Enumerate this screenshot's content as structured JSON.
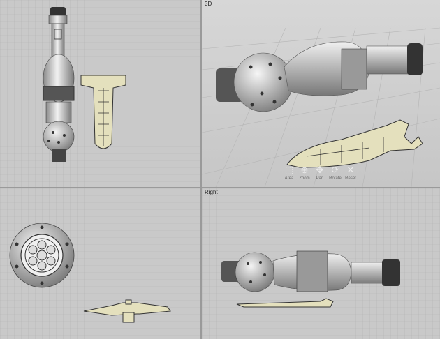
{
  "viewports": {
    "top_left": {
      "label": ""
    },
    "top_right": {
      "label": "3D"
    },
    "bottom_left": {
      "label": ""
    },
    "bottom_right": {
      "label": "Right"
    }
  },
  "navigation": {
    "area": {
      "label": "Area",
      "icon": "area-zoom-icon"
    },
    "zoom": {
      "label": "Zoom",
      "icon": "zoom-icon"
    },
    "pan": {
      "label": "Pan",
      "icon": "pan-icon"
    },
    "rotate": {
      "label": "Rotate",
      "icon": "rotate-icon"
    },
    "reset": {
      "label": "Reset",
      "icon": "reset-icon"
    }
  },
  "colors": {
    "viewport_bg": "#c9c9c9",
    "grid_line": "#b3b3b3",
    "hull_metal": "#c8c8c8",
    "wing_panel": "#e4e0bd"
  }
}
